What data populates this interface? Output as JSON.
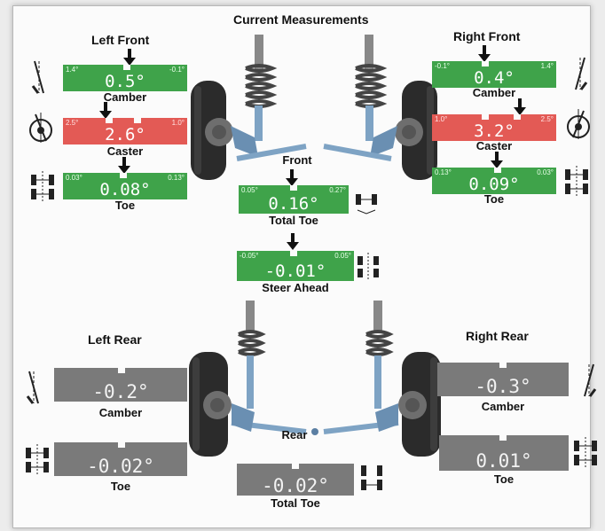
{
  "header": {
    "title": "Current Measurements"
  },
  "left_front": {
    "heading": "Left Front",
    "camber": {
      "label": "Camber",
      "value": "0.5°",
      "min": "1.4°",
      "max": "-0.1°",
      "status": "ok"
    },
    "caster": {
      "label": "Caster",
      "value": "2.6°",
      "min": "2.5°",
      "max": "1.0°",
      "status": "out"
    },
    "toe": {
      "label": "Toe",
      "value": "0.08°",
      "min": "0.03°",
      "max": "0.13°",
      "status": "ok"
    }
  },
  "right_front": {
    "heading": "Right Front",
    "camber": {
      "label": "Camber",
      "value": "0.4°",
      "min": "-0.1°",
      "max": "1.4°",
      "status": "ok"
    },
    "caster": {
      "label": "Caster",
      "value": "3.2°",
      "min": "1.0°",
      "max": "2.5°",
      "status": "out"
    },
    "toe": {
      "label": "Toe",
      "value": "0.09°",
      "min": "0.13°",
      "max": "0.03°",
      "status": "ok"
    }
  },
  "front_axle": {
    "label": "Front",
    "total_toe": {
      "label": "Total Toe",
      "value": "0.16°",
      "min": "0.05°",
      "max": "0.27°",
      "status": "ok"
    },
    "steer_ahead": {
      "label": "Steer Ahead",
      "value": "-0.01°",
      "min": "-0.05°",
      "max": "0.05°",
      "status": "ok"
    }
  },
  "left_rear": {
    "heading": "Left Rear",
    "camber": {
      "label": "Camber",
      "value": "-0.2°",
      "status": "none"
    },
    "toe": {
      "label": "Toe",
      "value": "-0.02°",
      "status": "none"
    }
  },
  "right_rear": {
    "heading": "Right Rear",
    "camber": {
      "label": "Camber",
      "value": "-0.3°",
      "status": "none"
    },
    "toe": {
      "label": "Toe",
      "value": "0.01°",
      "status": "none"
    }
  },
  "rear_axle": {
    "label": "Rear",
    "total_toe": {
      "label": "Total Toe",
      "value": "-0.02°",
      "status": "none"
    }
  },
  "colors": {
    "in_spec": "#3fa34a",
    "out_of_spec": "#e35a55",
    "no_spec": "#7a7a7a"
  }
}
